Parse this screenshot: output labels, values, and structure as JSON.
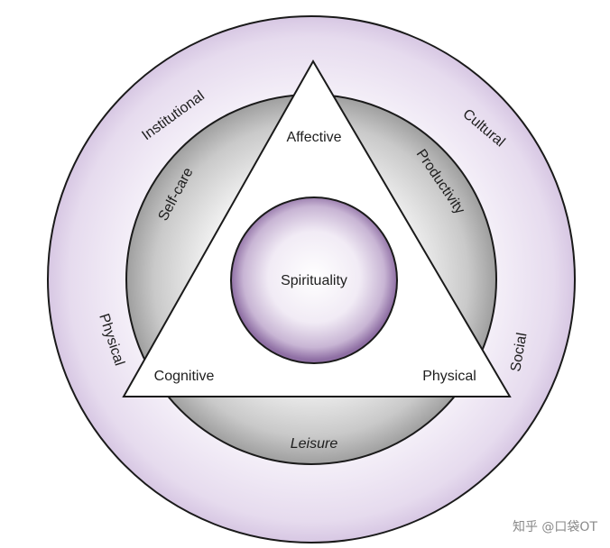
{
  "diagram": {
    "environment_labels": {
      "institutional": "Institutional",
      "cultural": "Cultural",
      "physical": "Physical",
      "social": "Social"
    },
    "occupation_labels": {
      "self_care": "Self-care",
      "productivity": "Productivity",
      "leisure": "Leisure"
    },
    "person_labels": {
      "affective": "Affective",
      "cognitive": "Cognitive",
      "physical": "Physical"
    },
    "center_label": "Spirituality",
    "colors": {
      "outer_ring": "#e9dff0",
      "outer_ring_edge": "#ffffff",
      "middle_ring_light": "#f1f1f1",
      "middle_ring_dark": "#9a9a9a",
      "triangle_fill": "#ffffff",
      "center_light": "#ffffff",
      "center_dark": "#a78ab9",
      "stroke": "#1a1a1a"
    }
  },
  "watermark": {
    "text": "知乎 @口袋OT"
  }
}
